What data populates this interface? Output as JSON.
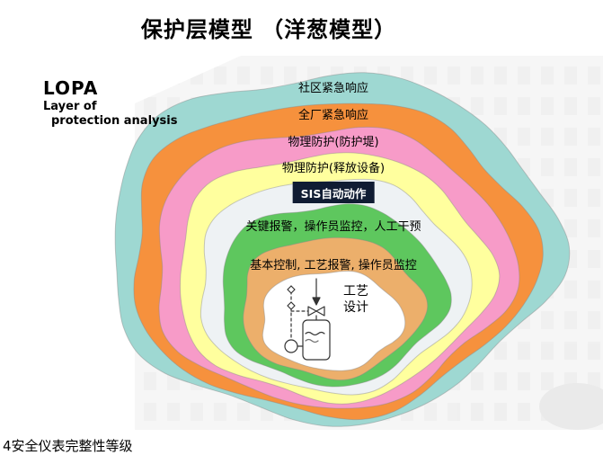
{
  "slide": {
    "title": "保护层模型 （洋葱模型）",
    "footer": "4安全仪表完整性等级"
  },
  "lopa": {
    "acronym": "LOPA",
    "line1": "Layer of",
    "line2": "protection analysis"
  },
  "onion": {
    "layers": [
      {
        "name": "community-emergency-response",
        "label": "社区紧急响应",
        "color": "#9ed8d2"
      },
      {
        "name": "plant-emergency-response",
        "label": "全厂紧急响应",
        "color": "#f6913d"
      },
      {
        "name": "physical-protection-dike",
        "label": "物理防护(防护堤)",
        "color": "#f79bc8"
      },
      {
        "name": "physical-protection-relief-equipment",
        "label": "物理防护(释放设备)",
        "color": "#ffff9e"
      },
      {
        "name": "sis-automatic-action",
        "label": "SIS自动动作",
        "color": "#eef2f4",
        "badge": true,
        "badge_color": "#101c33"
      },
      {
        "name": "critical-alarm-operator-intervention",
        "label": "关键报警，操作员监控，人工干预",
        "color": "#5ec75e"
      },
      {
        "name": "basic-control-process-alarm",
        "label": "基本控制, 工艺报警, 操作员监控",
        "color": "#ecaf6b"
      },
      {
        "name": "process-design",
        "label": "工艺\n设计",
        "color": "#ffffff"
      }
    ]
  }
}
